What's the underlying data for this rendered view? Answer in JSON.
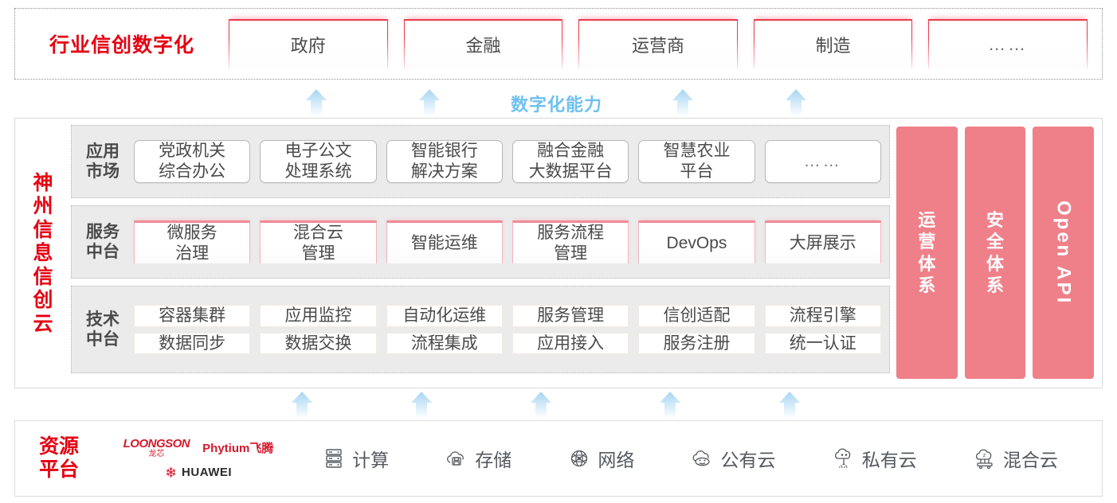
{
  "industry": {
    "title": "行业信创数字化",
    "boxes": [
      {
        "label": "政府"
      },
      {
        "label": "金融"
      },
      {
        "label": "运营商"
      },
      {
        "label": "制造"
      },
      {
        "label": "……"
      }
    ]
  },
  "capability_label": "数字化能力",
  "cloud": {
    "title_chars": [
      "神",
      "州",
      "信",
      "息",
      "信",
      "创",
      "云"
    ],
    "layers": [
      {
        "name_lines": [
          "应用",
          "市场"
        ],
        "style": "app",
        "cells": [
          "党政机关\n综合办公",
          "电子公文\n处理系统",
          "智能银行\n解决方案",
          "融合金融\n大数据平台",
          "智慧农业\n平台",
          "……"
        ]
      },
      {
        "name_lines": [
          "服务",
          "中台"
        ],
        "style": "service",
        "cells": [
          "微服务\n治理",
          "混合云\n管理",
          "智能运维",
          "服务流程\n管理",
          "DevOps",
          "大屏展示"
        ]
      },
      {
        "name_lines": [
          "技术",
          "中台"
        ],
        "style": "tech",
        "rows": [
          [
            "容器集群",
            "应用监控",
            "自动化运维",
            "服务管理",
            "信创适配",
            "流程引擎"
          ],
          [
            "数据同步",
            "数据交换",
            "流程集成",
            "应用接入",
            "服务注册",
            "统一认证"
          ]
        ]
      }
    ],
    "pillars": [
      {
        "text": "运营体系",
        "orientation": "stacked"
      },
      {
        "text": "安全体系",
        "orientation": "stacked"
      },
      {
        "text": "Open API",
        "orientation": "rotated"
      }
    ]
  },
  "resource": {
    "title_lines": [
      "资源",
      "平台"
    ],
    "vendors": [
      {
        "name": "LOONGSON",
        "sub": "龙芯"
      },
      {
        "name": "Phytium飞腾"
      },
      {
        "name": "HUAWEI"
      }
    ],
    "items": [
      {
        "label": "计算",
        "icon": "server-rack-icon"
      },
      {
        "label": "存储",
        "icon": "cloud-storage-icon"
      },
      {
        "label": "网络",
        "icon": "network-mesh-icon"
      },
      {
        "label": "公有云",
        "icon": "public-cloud-icon"
      },
      {
        "label": "私有云",
        "icon": "private-cloud-icon"
      },
      {
        "label": "混合云",
        "icon": "hybrid-cloud-icon"
      }
    ]
  },
  "colors": {
    "brand_red": "#e60012",
    "accent_pink": "#ef8089",
    "arrow_blue": "#6ec1ef",
    "band_gray": "#ebebeb"
  }
}
